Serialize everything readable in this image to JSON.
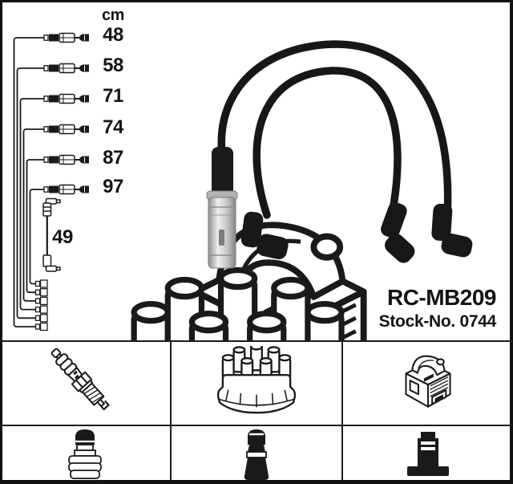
{
  "product": {
    "code": "RC-MB209",
    "stock": "Stock-No. 0744"
  },
  "diagram": {
    "unit_label": "cm",
    "cables": [
      {
        "length": "48"
      },
      {
        "length": "58"
      },
      {
        "length": "71"
      },
      {
        "length": "74"
      },
      {
        "length": "87"
      },
      {
        "length": "97"
      }
    ],
    "coil_wire_length": "49",
    "drawings": [
      "ignition-coil-drawing",
      "distributor-cap-drawing",
      "coil-wire-drawing",
      "cable-set-photo"
    ]
  },
  "grid": {
    "cells": [
      {
        "icon": "spark-plug-icon"
      },
      {
        "icon": "distributor-cap-icon"
      },
      {
        "icon": "ignition-coil-icon"
      },
      {
        "icon": "spark-plug-terminal-icon"
      },
      {
        "icon": "distributor-boot-icon"
      },
      {
        "icon": "coil-terminal-icon"
      }
    ]
  },
  "colors": {
    "ink": "#1a1a1a",
    "cable": "#171717",
    "metal_light": "#ededed",
    "metal_dark": "#8f8f8f",
    "background": "#ffffff"
  }
}
